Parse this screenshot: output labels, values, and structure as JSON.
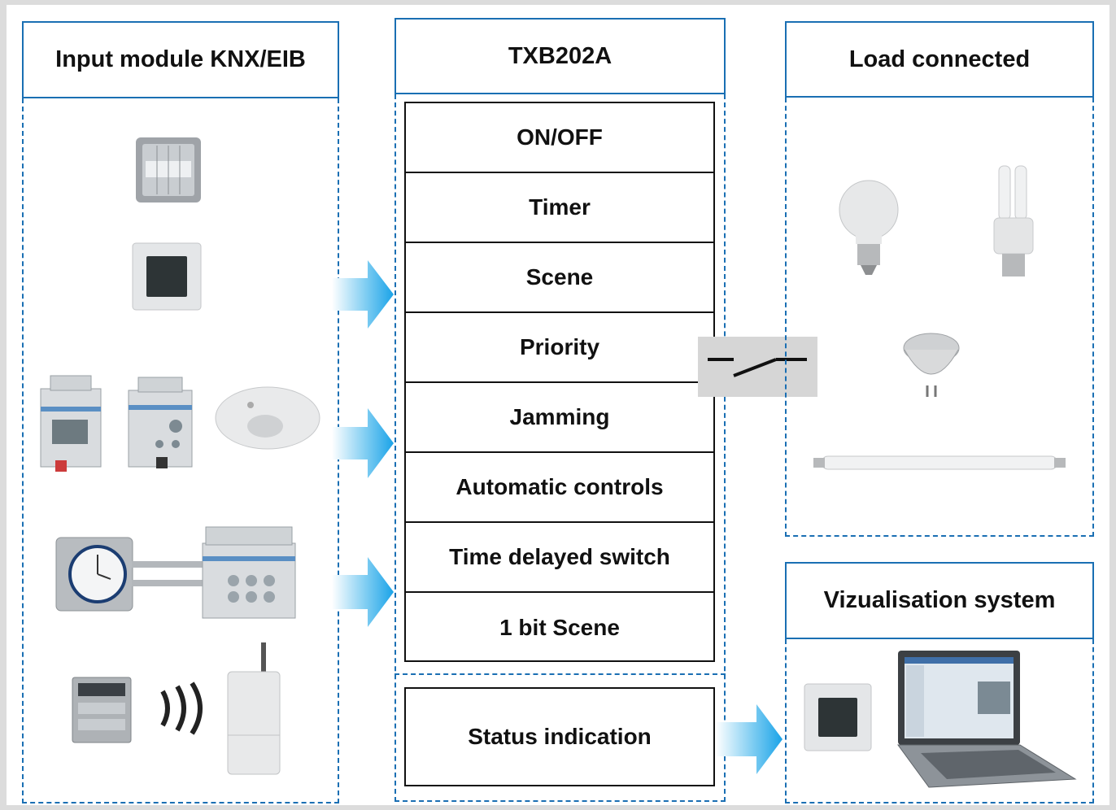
{
  "input_panel": {
    "title": "Input module KNX/EIB"
  },
  "center_panel": {
    "title": "TXB202A"
  },
  "load_panel": {
    "title": "Load connected"
  },
  "viz_panel": {
    "title": "Vizualisation system"
  },
  "functions": [
    "ON/OFF",
    "Timer",
    "Scene",
    "Priority",
    "Jamming",
    "Automatic controls",
    "Time delayed switch",
    "1 bit Scene"
  ],
  "status": {
    "label": "Status indication"
  },
  "colors": {
    "border_blue": "#1a6fb3",
    "arrow_blue": "#1aa3e8",
    "black": "#111111"
  },
  "icons": [
    "push-button-icon",
    "thermostat-icon",
    "din-module-display-icon",
    "din-module-dial-icon",
    "ceiling-sensor-icon",
    "analog-timer-icon",
    "din-input-module-icon",
    "keypad-transmitter-icon",
    "radio-wave-icon",
    "radio-receiver-icon",
    "incandescent-bulb-icon",
    "energy-saving-lamp-icon",
    "halogen-spot-icon",
    "fluorescent-tube-icon",
    "switch-contact-icon",
    "touch-panel-icon",
    "laptop-icon"
  ]
}
